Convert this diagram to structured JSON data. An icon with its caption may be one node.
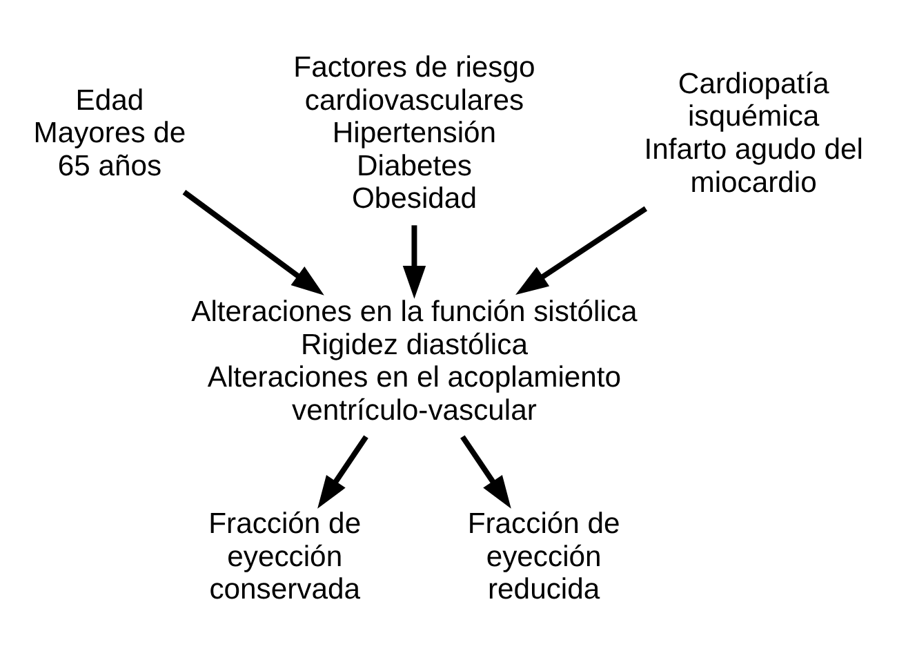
{
  "diagram": {
    "nodes": [
      {
        "text": [
          "Factores de riesgo cardiovasculares",
          "Hipertensión",
          "Diabetes",
          "Obesidad"
        ]
      },
      {
        "text": [
          "Edad",
          "Mayores de 65 años"
        ]
      },
      {
        "text": [
          "Cardiopatía isquémica",
          "Infarto agudo del miocardio"
        ]
      },
      {
        "text": [
          "Alteraciones en la función sistólica",
          "Rigidez diastólica",
          "Alteraciones en el acoplamiento ventrículo-vascular"
        ]
      },
      {
        "text": [
          "Fracción de eyección conservada"
        ]
      },
      {
        "text": [
          "Fracción de eyección reducida"
        ]
      }
    ],
    "edges": [
      {
        "from": 0,
        "to": 3,
        "arrow": "to"
      },
      {
        "from": 1,
        "to": 3,
        "arrow": "to"
      },
      {
        "from": 2,
        "to": 3,
        "arrow": "to"
      },
      {
        "from": 3,
        "to": 4,
        "arrow": "to"
      },
      {
        "from": 3,
        "to": 5,
        "arrow": "to"
      }
    ]
  }
}
